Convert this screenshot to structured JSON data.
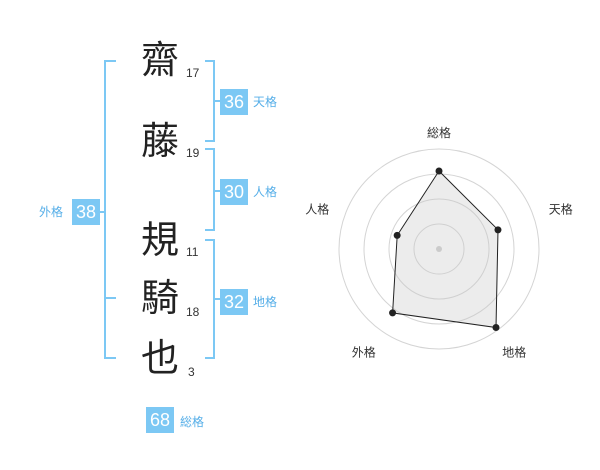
{
  "name": {
    "chars": [
      {
        "char": "齋",
        "strokes": "17"
      },
      {
        "char": "藤",
        "strokes": "19"
      },
      {
        "char": "規",
        "strokes": "11"
      },
      {
        "char": "騎",
        "strokes": "18"
      },
      {
        "char": "也",
        "strokes": "3"
      }
    ]
  },
  "fortune": {
    "ten": {
      "value": "36",
      "label": "天格"
    },
    "jin": {
      "value": "30",
      "label": "人格"
    },
    "chi": {
      "value": "32",
      "label": "地格"
    },
    "gai": {
      "value": "38",
      "label": "外格"
    },
    "so": {
      "value": "68",
      "label": "総格"
    }
  },
  "colors": {
    "accent": "#7cc8f4",
    "accent_text": "#55aee8",
    "bracket": "#7cc8f4"
  },
  "chart_data": {
    "type": "radar",
    "axes": [
      "総格",
      "天格",
      "地格",
      "外格",
      "人格"
    ],
    "values": [
      0.78,
      0.62,
      0.97,
      0.79,
      0.44
    ],
    "rings": 4
  }
}
